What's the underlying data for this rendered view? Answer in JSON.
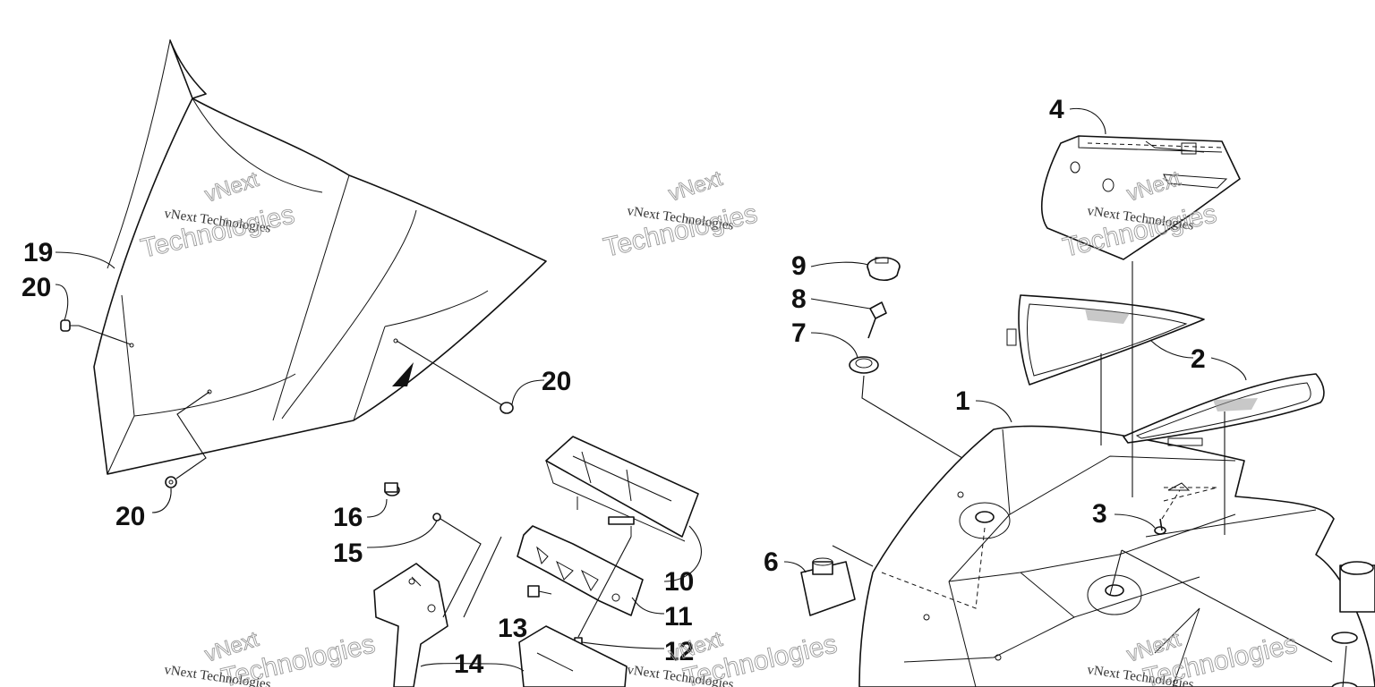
{
  "diagram": {
    "callouts": [
      "19",
      "20",
      "20",
      "20",
      "16",
      "15",
      "13",
      "14",
      "10",
      "11",
      "12",
      "9",
      "8",
      "7",
      "6",
      "1",
      "2",
      "3",
      "4"
    ]
  },
  "watermarks": [
    {
      "line1": "vNext Technologies",
      "line2": "vNext",
      "line3": "Technologies"
    },
    {
      "line1": "vNext Technologies",
      "line2": "vNext",
      "line3": "Technologies"
    },
    {
      "line1": "vNext Technologies",
      "line2": "vNext",
      "line3": "Technologies"
    },
    {
      "line1": "vNext Technologies",
      "line2": "vNext",
      "line3": "Technologies"
    },
    {
      "line1": "vNext Technologies",
      "line2": "vNext",
      "line3": "Technologies"
    },
    {
      "line1": "vNext Technologies",
      "line2": "vNext",
      "line3": "Technologies"
    }
  ]
}
